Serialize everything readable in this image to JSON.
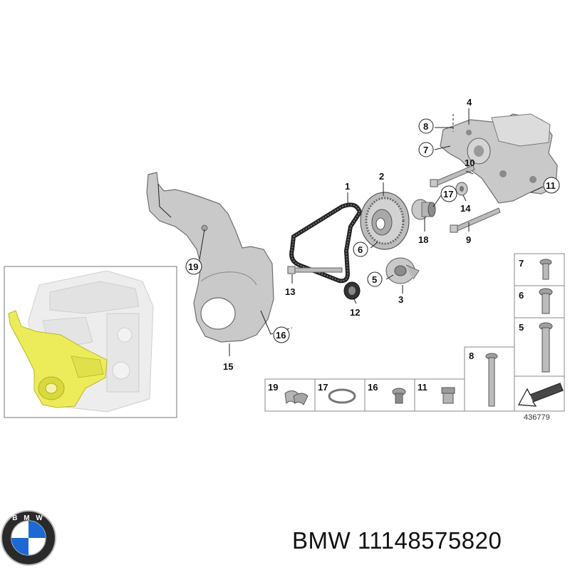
{
  "callouts": {
    "c1": "1",
    "c2": "2",
    "c3": "3",
    "c4": "4",
    "c5": "5",
    "c6": "6",
    "c7": "7",
    "c8": "8",
    "c9": "9",
    "c10": "10",
    "c11": "11",
    "c12": "12",
    "c13": "13",
    "c14": "14",
    "c15": "15",
    "c16": "16",
    "c17": "17",
    "c18": "18",
    "c19": "19"
  },
  "legend_bottom": [
    "19",
    "17",
    "16",
    "11"
  ],
  "legend_right": [
    "7",
    "6",
    "5"
  ],
  "legend_bolt8": "8",
  "drawing_number": "436779",
  "brand_text": "BMW 11148575820",
  "logo": {
    "lettering": "BMW",
    "colors": {
      "blue": "#1c69d4",
      "ring": "#222222"
    }
  },
  "colors": {
    "highlight": "#ecec5a"
  }
}
